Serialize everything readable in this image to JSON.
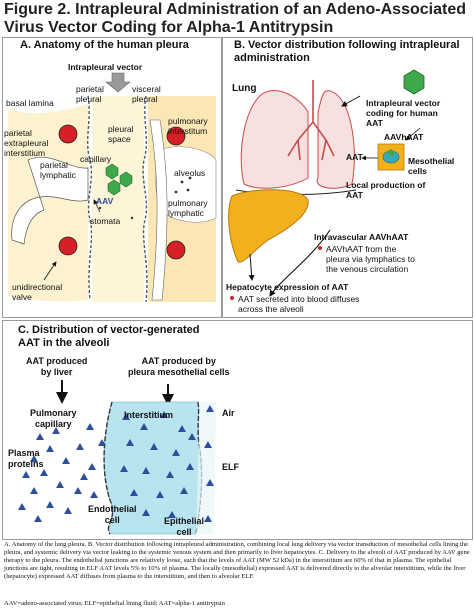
{
  "figure": {
    "title": "Figure 2. Intrapleural Administration of an Adeno-Associated Virus Vector Coding for Alpha-1 Antitrypsin"
  },
  "panel_a": {
    "title": "A. Anatomy of the human pleura",
    "labels": {
      "intrapleural_vector": "Intrapleural vector",
      "parietal_pleural": "parietal\npleural",
      "visceral_pleural": "visceral\npleural",
      "basal_lamina": "basal lamina",
      "parietal_extrapleural_interstitium": "parietal\nextrapleural\ninterstitium",
      "pleural_space": "pleural\nspace",
      "pulmonary_interstitum": "pulmonary\ninterstitum",
      "capillary": "capillary",
      "parietal_lymphatic": "parietal\nlymphatic",
      "alveolus": "alveolus",
      "aav": "AAV",
      "pulmonary_lymphatic": "pulmonary\nlymphatic",
      "stomata": "stomata",
      "unidirectional_valve": "unidirectional\nvalve"
    }
  },
  "panel_b": {
    "title": "B. Vector distribution following intrapleural administration",
    "labels": {
      "lung": "Lung",
      "intrapleural_vector_coding": "Intrapleural vector\ncoding for human\nAAT",
      "aavhaat": "AAVhAAT",
      "aat": "AAT",
      "mesothelial_cells": "Mesothelial\ncells",
      "local_production": "Local production of\nAAT",
      "intravascular_aavhaat": "Intravascular AAVhAAT",
      "intravascular_desc": "AAVhAAT from the\npleura via lymphatics to\nthe venous circulation",
      "hepatocyte_expression": "Hepatocyte expression of AAT",
      "hepatocyte_desc": "AAT secreted into blood diffuses\nacross the alveoli"
    }
  },
  "panel_c": {
    "title": "C. Distribution of vector-generated\nAAT in the alveoli",
    "labels": {
      "aat_liver": "AAT produced\nby liver",
      "aat_pleura": "AAT produced by\npleura mesothelial cells",
      "pulmonary_capillary": "Pulmonary\ncapillary",
      "interstitium": "Interstitium",
      "air": "Air",
      "plasma_proteins": "Plasma\nproteins",
      "elf": "ELF",
      "endothelial_cell": "Endothelial\ncell",
      "epithelial_cell": "Epithelial\ncell"
    }
  },
  "caption": {
    "text": "A. Anatomy of the lung pleura. B. Vector distribution following intrapleural administration, combining local lung delivery via vector transduction of mesothelial cells lining the pleura, and systemic delivery via vector leaking to the systemic venous system and then primarily to liver hepatocytes. C. Delivery to the alveoli of AAT produced by AAV gene therapy to the pleura. The endothelial junctions are relatively loose, such that the levels of AAT (MW 52 kDa) in the interstitium are 60% of that in plasma. The epithelial junctions are tight, resulting in ELF AAT levels 5% to 10% of plasma. The locally (mesothelial) expressed AAT is delivered directly to the alveolar interstitium, while the liver (hepatocyte) expressed AAT diffuses from plasma to the interstitium, and then to alveolar ELF.",
    "abbreviations": "AAV=adeno-associated virus; ELF=epithelial lining fluid; AAT=alpha-1 antitrypsin"
  },
  "colors": {
    "pleura_fluid": "#f7d47a",
    "liver": "#f2b01c",
    "lung_fill": "#f7e1e0",
    "lung_stroke": "#c94a4a",
    "interstitium": "#b8e4ef",
    "protein_triangle": "#2f4f9e",
    "red_cell": "#d71f26",
    "vector_green": "#3fa84a",
    "arrow_gray": "#8a8a8a",
    "bullet_red": "#c0272d"
  },
  "icons": [
    "down-arrow-icon",
    "hexagon-virus-icon",
    "triangle-protein-icon",
    "red-cell-icon",
    "bullet-dot-icon"
  ]
}
